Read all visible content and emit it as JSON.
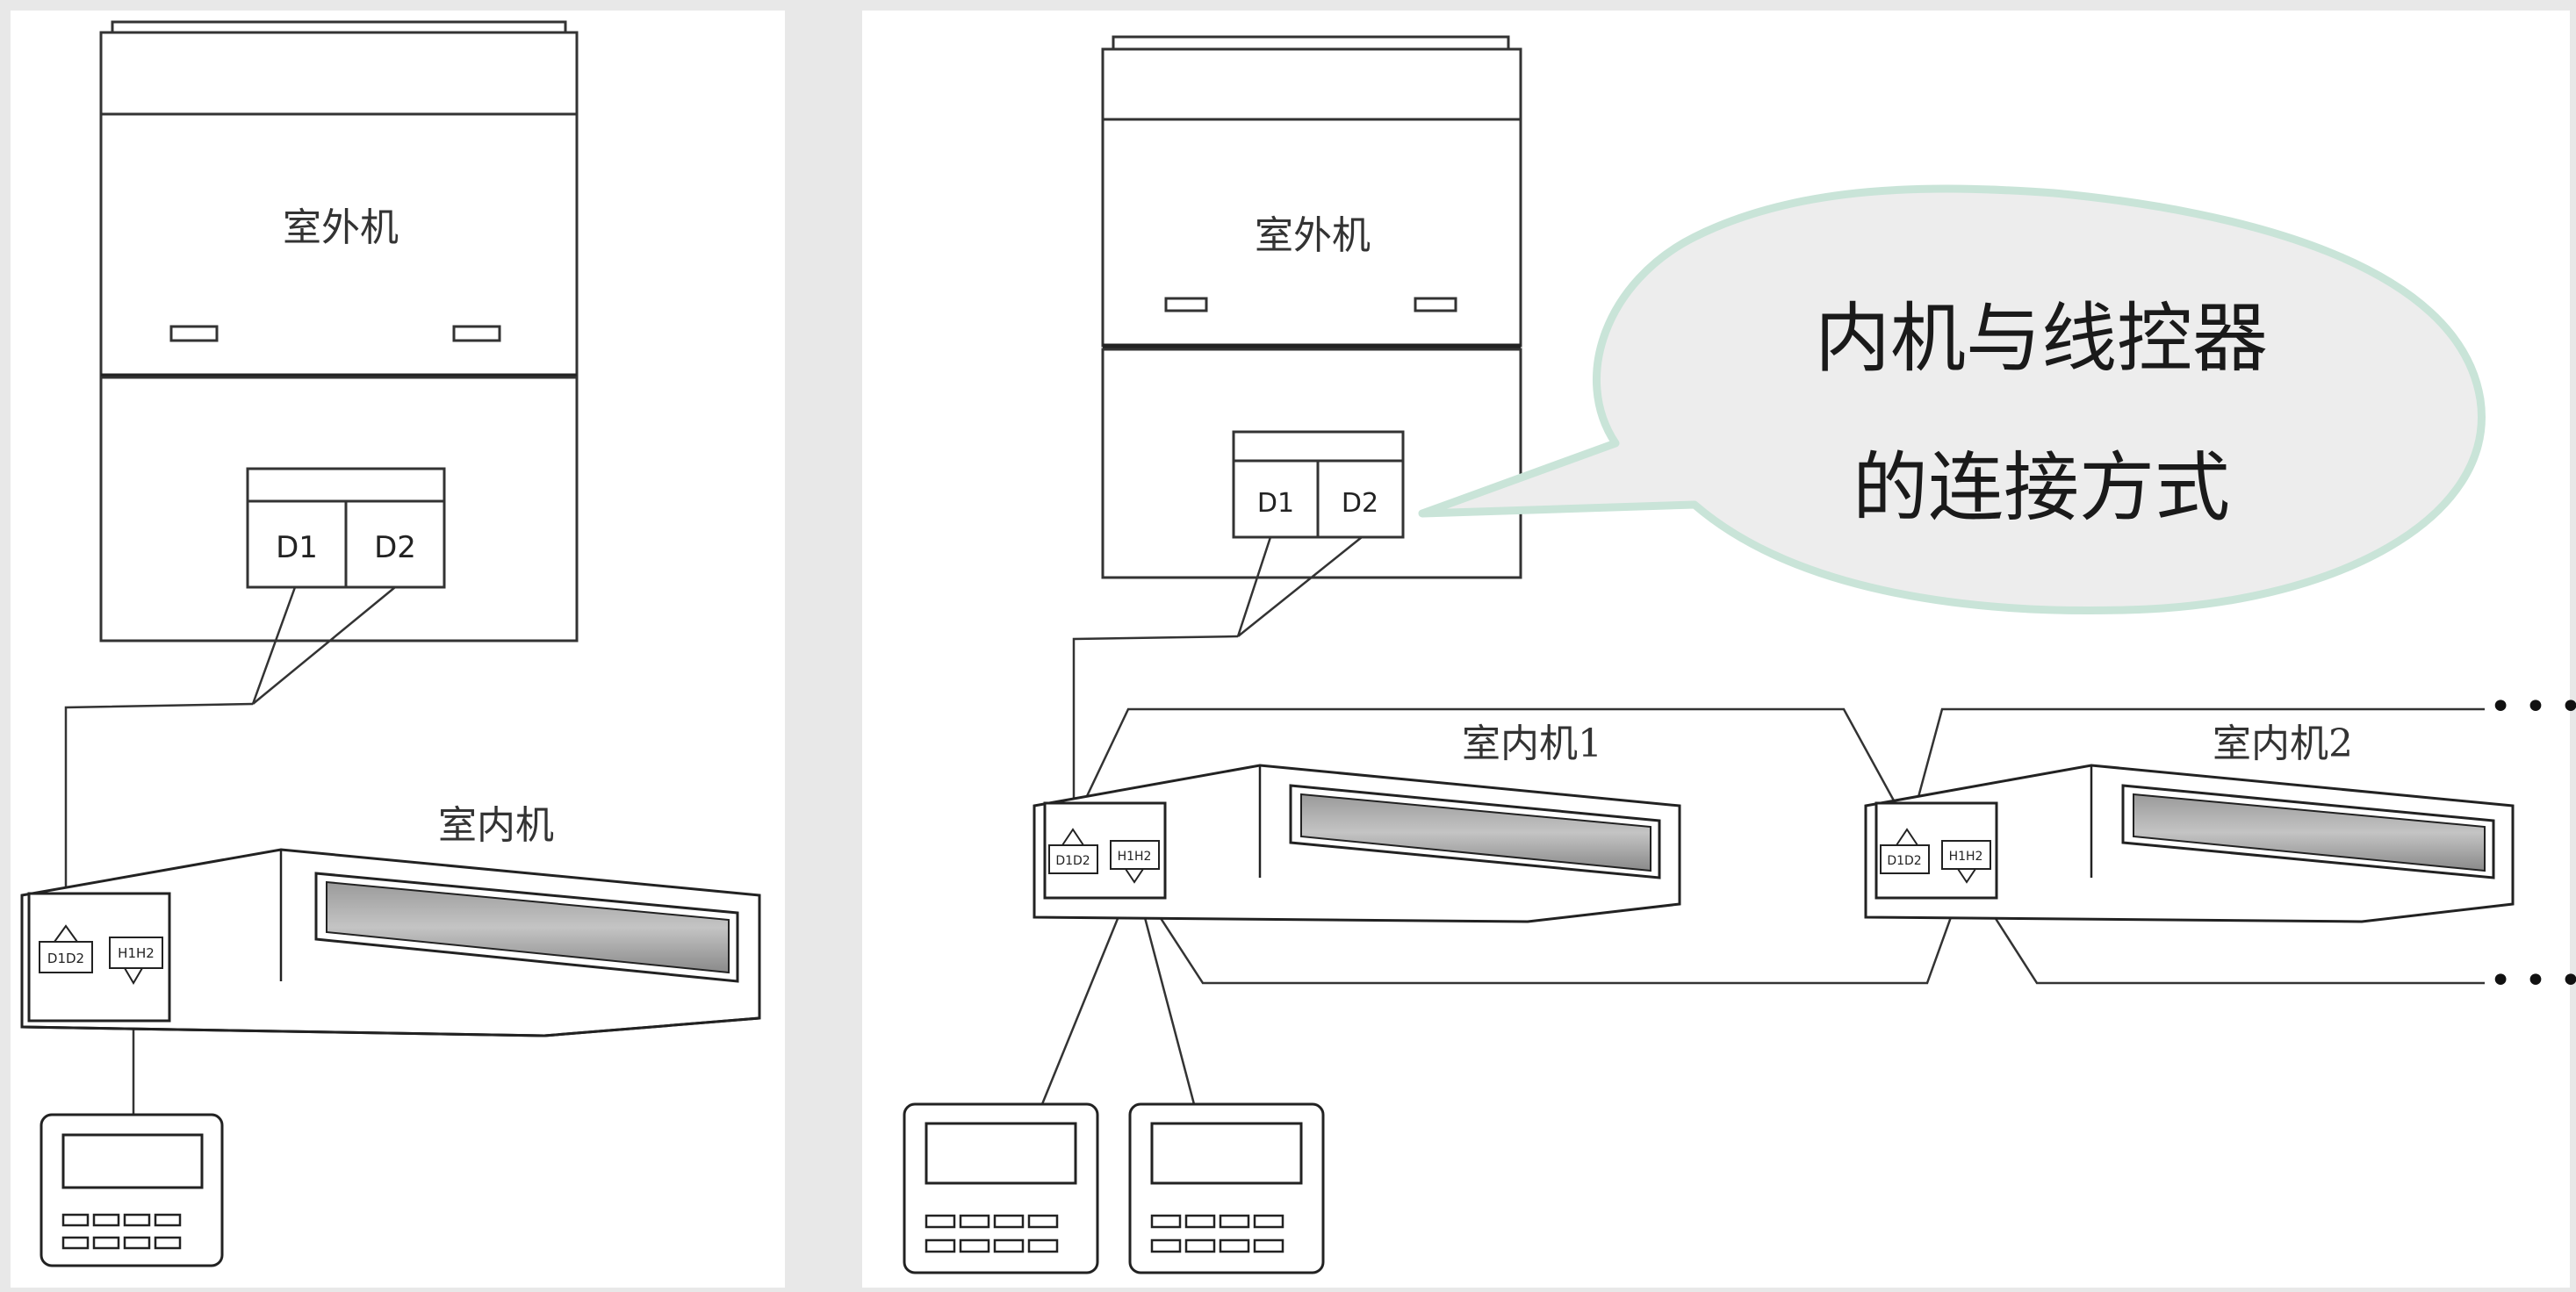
{
  "left_panel": {
    "outdoor_unit_label": "室外机",
    "terminal_d1": "D1",
    "terminal_d2": "D2",
    "indoor_unit_label": "室内机",
    "port_d1d2": "D1D2",
    "port_h1h2": "H1H2"
  },
  "right_panel": {
    "outdoor_unit_label": "室外机",
    "terminal_d1": "D1",
    "terminal_d2": "D2",
    "indoor_unit_1_label": "室内机1",
    "indoor_unit_2_label": "室内机2",
    "port_d1d2": "D1D2",
    "port_h1h2": "H1H2",
    "continuation": "• • •"
  },
  "callout": {
    "line1": "内机与线控器",
    "line2": "的连接方式",
    "border_color": "#c9e4d8",
    "fill_color": "#ededed"
  }
}
